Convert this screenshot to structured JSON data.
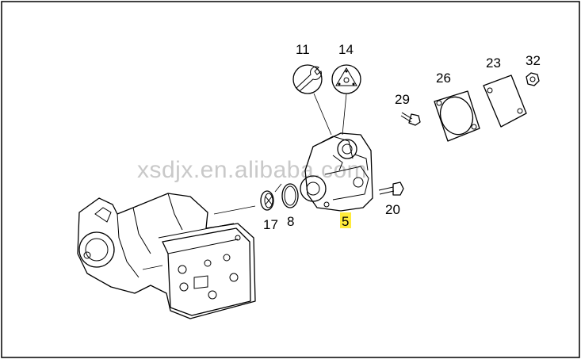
{
  "diagram": {
    "watermark": "xsdjx.en.alibaba.com",
    "highlight_color": "#ffeb3b",
    "parts": [
      {
        "id": "11",
        "label": "11",
        "icon": "wrench-icon"
      },
      {
        "id": "14",
        "label": "14",
        "icon": "triangle-nut-icon"
      },
      {
        "id": "29",
        "label": "29",
        "icon": "bolt-icon"
      },
      {
        "id": "26",
        "label": "26",
        "icon": "gasket-icon"
      },
      {
        "id": "23",
        "label": "23",
        "icon": "cover-plate-icon"
      },
      {
        "id": "32",
        "label": "32",
        "icon": "nut-icon"
      },
      {
        "id": "17",
        "label": "17",
        "icon": "cap-icon"
      },
      {
        "id": "8",
        "label": "8",
        "icon": "o-ring-icon"
      },
      {
        "id": "5",
        "label": "5",
        "icon": "pump-icon",
        "highlighted": true
      },
      {
        "id": "20",
        "label": "20",
        "icon": "bolt-icon"
      }
    ]
  }
}
